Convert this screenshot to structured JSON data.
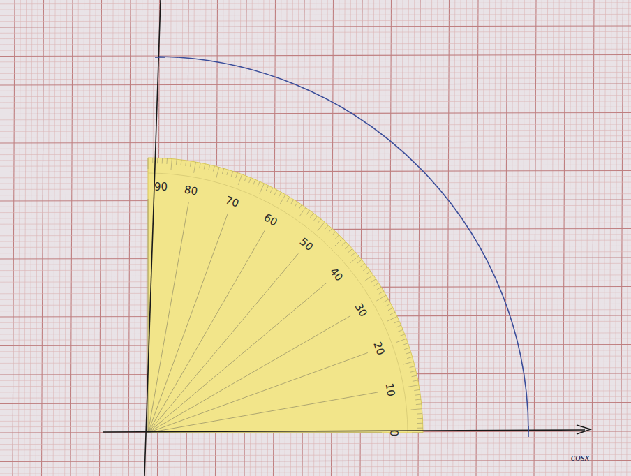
{
  "diagram": {
    "labels": [
      "90",
      "80",
      "70",
      "60",
      "50",
      "40",
      "30",
      "20",
      "10",
      "0",
      "cosx"
    ]
  }
}
